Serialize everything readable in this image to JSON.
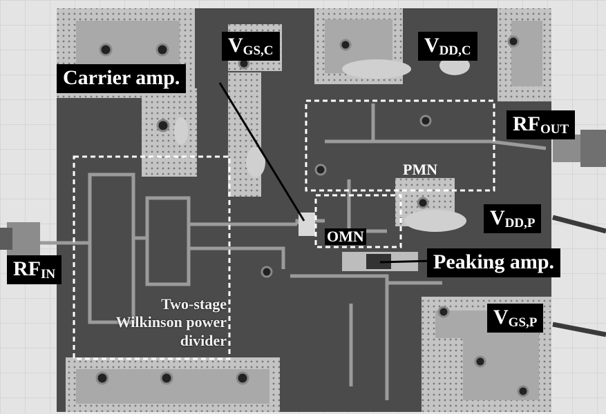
{
  "labels": {
    "vgs_c": {
      "main": "V",
      "sub": "GS,C"
    },
    "vdd_c": {
      "main": "V",
      "sub": "DD,C"
    },
    "carrier": "Carrier amp.",
    "rf_out": {
      "main": "RF",
      "sub": "OUT"
    },
    "pmn": "PMN",
    "vdd_p": {
      "main": "V",
      "sub": "DD,P"
    },
    "omn": "OMN",
    "rf_in": {
      "main": "RF",
      "sub": "IN"
    },
    "peaking": "Peaking amp.",
    "wilkinson_line1": "Two-stage",
    "wilkinson_line2": "Wilkinson power",
    "wilkinson_line3": "divider",
    "vgs_p": {
      "main": "V",
      "sub": "GS,P"
    }
  }
}
